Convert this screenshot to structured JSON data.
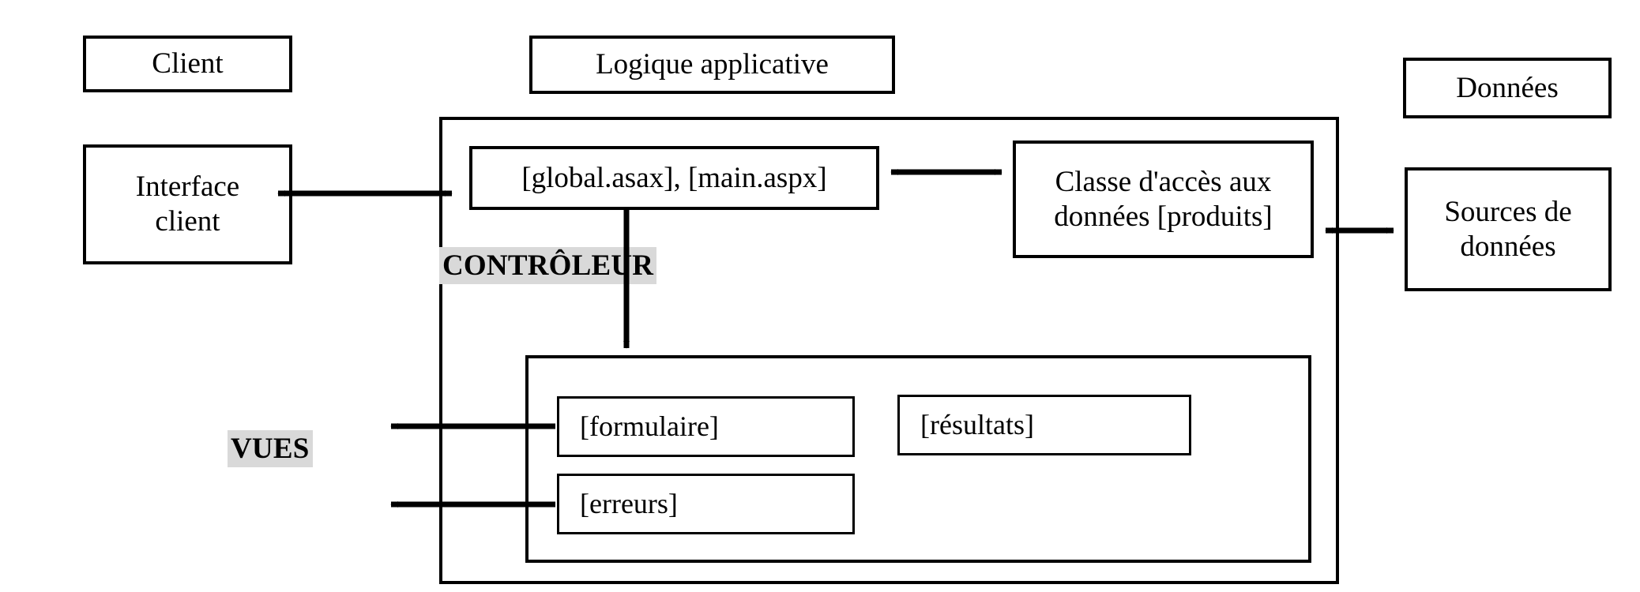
{
  "diagram": {
    "title_tier_client": "Client",
    "title_tier_logic": "Logique applicative",
    "title_tier_data": "Données",
    "nodes": {
      "client_interface": "Interface\nclient",
      "controller_files": "[global.asax], [main.aspx]",
      "data_access_class": "Classe d'accès aux\ndonnées [produits]",
      "data_sources": "Sources de\ndonnées",
      "view_form": "[formulaire]",
      "view_results": "[résultats]",
      "view_errors": "[erreurs]"
    },
    "labels": {
      "controller": "CONTRÔLEUR",
      "views": "VUES"
    },
    "colors": {
      "stroke": "#000000",
      "background": "#ffffff",
      "highlight": "#d9d9d9"
    }
  }
}
